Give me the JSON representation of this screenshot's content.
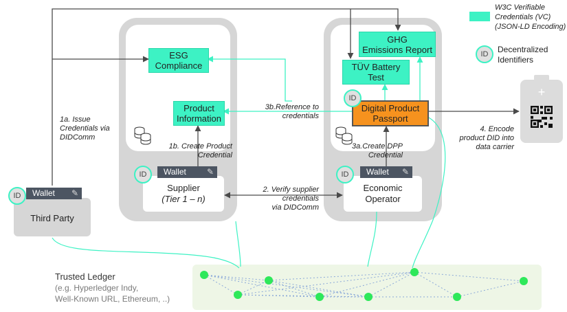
{
  "legend": {
    "vc_label": "W3C Verifiable Credentials (VC) (JSON-LD Encoding)",
    "vc_line1": "W3C Verifiable",
    "vc_line2": "Credentials (VC)",
    "vc_line3": "(JSON-LD Encoding)",
    "id_badge": "ID",
    "did_line1": "Decentralized",
    "did_line2": "Identifiers"
  },
  "credentials": {
    "esg": [
      "ESG",
      "Compliance"
    ],
    "product_info": [
      "Product",
      "Information"
    ],
    "ghg": [
      "GHG",
      "Emissions Report"
    ],
    "tuv": [
      "TÜV Battery",
      "Test"
    ],
    "dpp": [
      "Digital Product",
      "Passport"
    ]
  },
  "actors": {
    "supplier": [
      "Supplier",
      "(Tier 1 – n)"
    ],
    "operator": [
      "Economic",
      "Operator"
    ],
    "third_party": "Third Party"
  },
  "wallet_label": "Wallet",
  "id_label": "ID",
  "steps": {
    "s1a": [
      "1a. Issue",
      "Credentials via",
      "DIDComm"
    ],
    "s1b": [
      "1b. Create Product",
      "Credential"
    ],
    "s2": [
      "2. Verify supplier",
      "credentials",
      "via DIDComm"
    ],
    "s3a": [
      "3a.Create DPP",
      "Credential"
    ],
    "s3b": [
      "3b.Reference to",
      "credentials"
    ],
    "s4": [
      "4. Encode",
      "product DID into",
      "data carrier"
    ]
  },
  "ledger": {
    "title": "Trusted Ledger",
    "sub1": "(e.g. Hyperledger Indy,",
    "sub2": "Well-Known URL, Ethereum, ..)"
  },
  "colors": {
    "vc": "#3df2c4",
    "dpp": "#f6921e",
    "pane": "#d6d6d6",
    "wallet": "#4c5562",
    "ledger_node": "#2ee85a"
  }
}
